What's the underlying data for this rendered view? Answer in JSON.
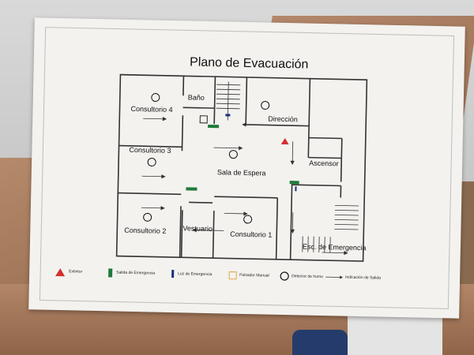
{
  "plan": {
    "title": "Plano de Evacuación",
    "rooms": {
      "bano": "Baño",
      "consultorio4": "Consultorio 4",
      "direccion": "Dirección",
      "consultorio3": "Consultorio 3",
      "ascensor": "Ascensor",
      "sala_espera": "Sala de Espera",
      "consultorio2": "Consultorio 2",
      "vestuario": "Vestuario",
      "consultorio1": "Consultorio 1",
      "escalera": "Esc. de Emergencia"
    },
    "legend": [
      {
        "label": "Extintor",
        "symbol": "red-triangle",
        "color": "#d32f2f"
      },
      {
        "label": "Salida de Emergencia",
        "symbol": "green-bar",
        "color": "#1f7a3a"
      },
      {
        "label": "Luz de Emergencia",
        "symbol": "blue-bar",
        "color": "#1c2f7a"
      },
      {
        "label": "Pulsador Manual",
        "symbol": "orange-square",
        "color": "#e0a94a"
      },
      {
        "label": "Detector de humo",
        "symbol": "circle",
        "color": "#111111"
      },
      {
        "label": "Indicación de Salida",
        "symbol": "arrow",
        "color": "#333333"
      }
    ]
  }
}
